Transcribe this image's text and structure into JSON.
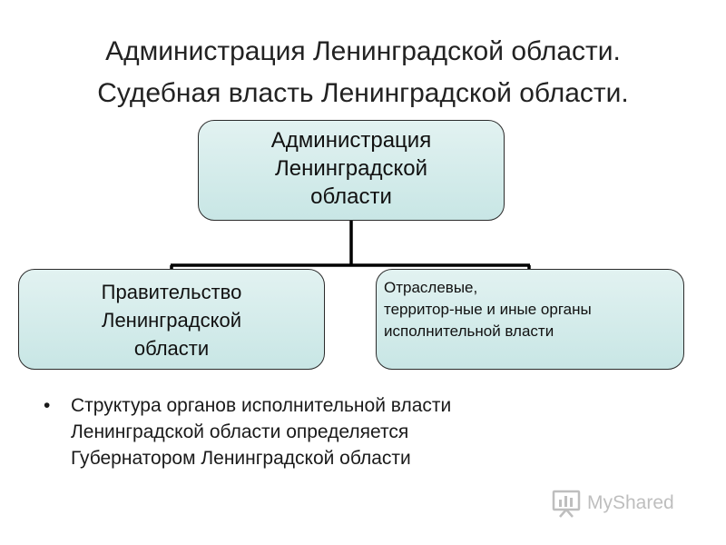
{
  "title": {
    "line1": "Администрация Ленинградской области.",
    "line2": "Судебная власть Ленинградской области."
  },
  "nodes": {
    "top": {
      "lines": [
        "Администрация",
        "Ленинградской",
        "области"
      ]
    },
    "left": {
      "lines": [
        "Правительство",
        "Ленинградской",
        "области"
      ]
    },
    "right": {
      "lines": [
        "Отраслевые,",
        "территор-ные и иные органы",
        "исполнительной власти"
      ]
    }
  },
  "bullet": {
    "symbol": "•",
    "lines": [
      "Структура органов исполнительной власти",
      "Ленинградской области определяется",
      "Губернатором Ленинградской области"
    ]
  },
  "watermark": {
    "icon": "presentation-board-icon",
    "text": "MyShared"
  },
  "colors": {
    "box_fill": "#cfe9e8",
    "box_border": "#2b2b2b",
    "connector": "#000000",
    "watermark": "#8a8a8a"
  }
}
